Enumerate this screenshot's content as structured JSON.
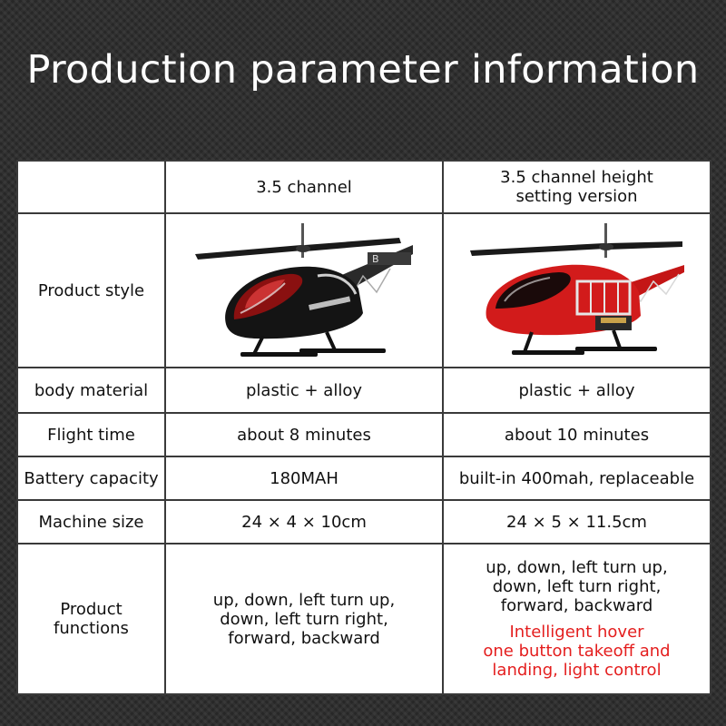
{
  "page": {
    "title": "Production parameter information"
  },
  "table": {
    "header": {
      "col1": "3.5 channel",
      "col2_line1": "3.5 channel height",
      "col2_line2": "setting version"
    },
    "rows": {
      "style": {
        "label": "Product style",
        "v1_icon": "black-helicopter-image",
        "v2_icon": "red-helicopter-image"
      },
      "material": {
        "label": "body material",
        "v1": "plastic + alloy",
        "v2": "plastic + alloy"
      },
      "flight": {
        "label": "Flight time",
        "v1": "about 8 minutes",
        "v2": "about 10 minutes"
      },
      "battery": {
        "label": "Battery capacity",
        "v1": "180MAH",
        "v2": "built-in 400mah, replaceable"
      },
      "size": {
        "label": "Machine size",
        "v1": "24 × 4 × 10cm",
        "v2": "24 × 5 × 11.5cm"
      },
      "functions": {
        "label_line1": "Product",
        "label_line2": "functions",
        "v1_line1": "up, down, left turn up,",
        "v1_line2": "down, left turn right,",
        "v1_line3": "forward, backward",
        "v2_line1": "up, down, left turn up,",
        "v2_line2": "down, left turn right,",
        "v2_line3": "forward, backward",
        "v2_red_line1": "Intelligent hover",
        "v2_red_line2": "one button takeoff and",
        "v2_red_line3": "landing, light control"
      }
    }
  },
  "colors": {
    "background": "#2b2b2b",
    "accent_red": "#e41e1e",
    "table_border": "#3a3a3a"
  }
}
